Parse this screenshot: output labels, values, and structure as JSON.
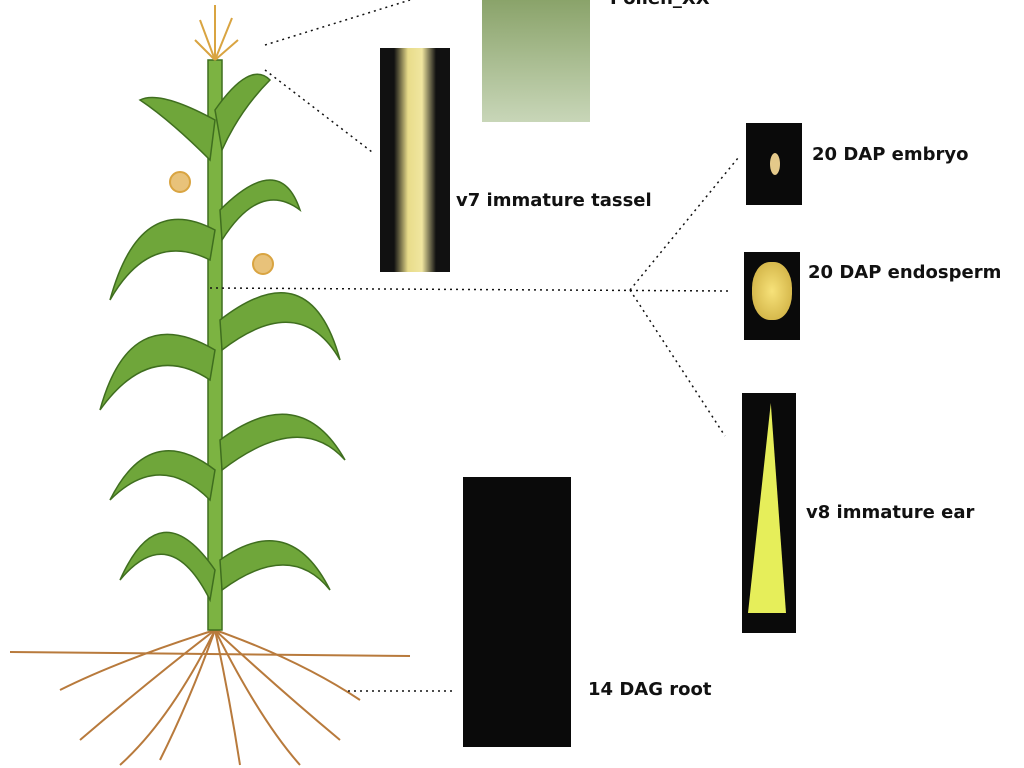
{
  "labels": {
    "pollen": "Pollen_XX",
    "tassel": "v7 immature tassel",
    "embryo": "20 DAP embryo",
    "endosperm": "20 DAP endosperm",
    "ear": "v8 immature ear",
    "root": "14 DAG root"
  }
}
